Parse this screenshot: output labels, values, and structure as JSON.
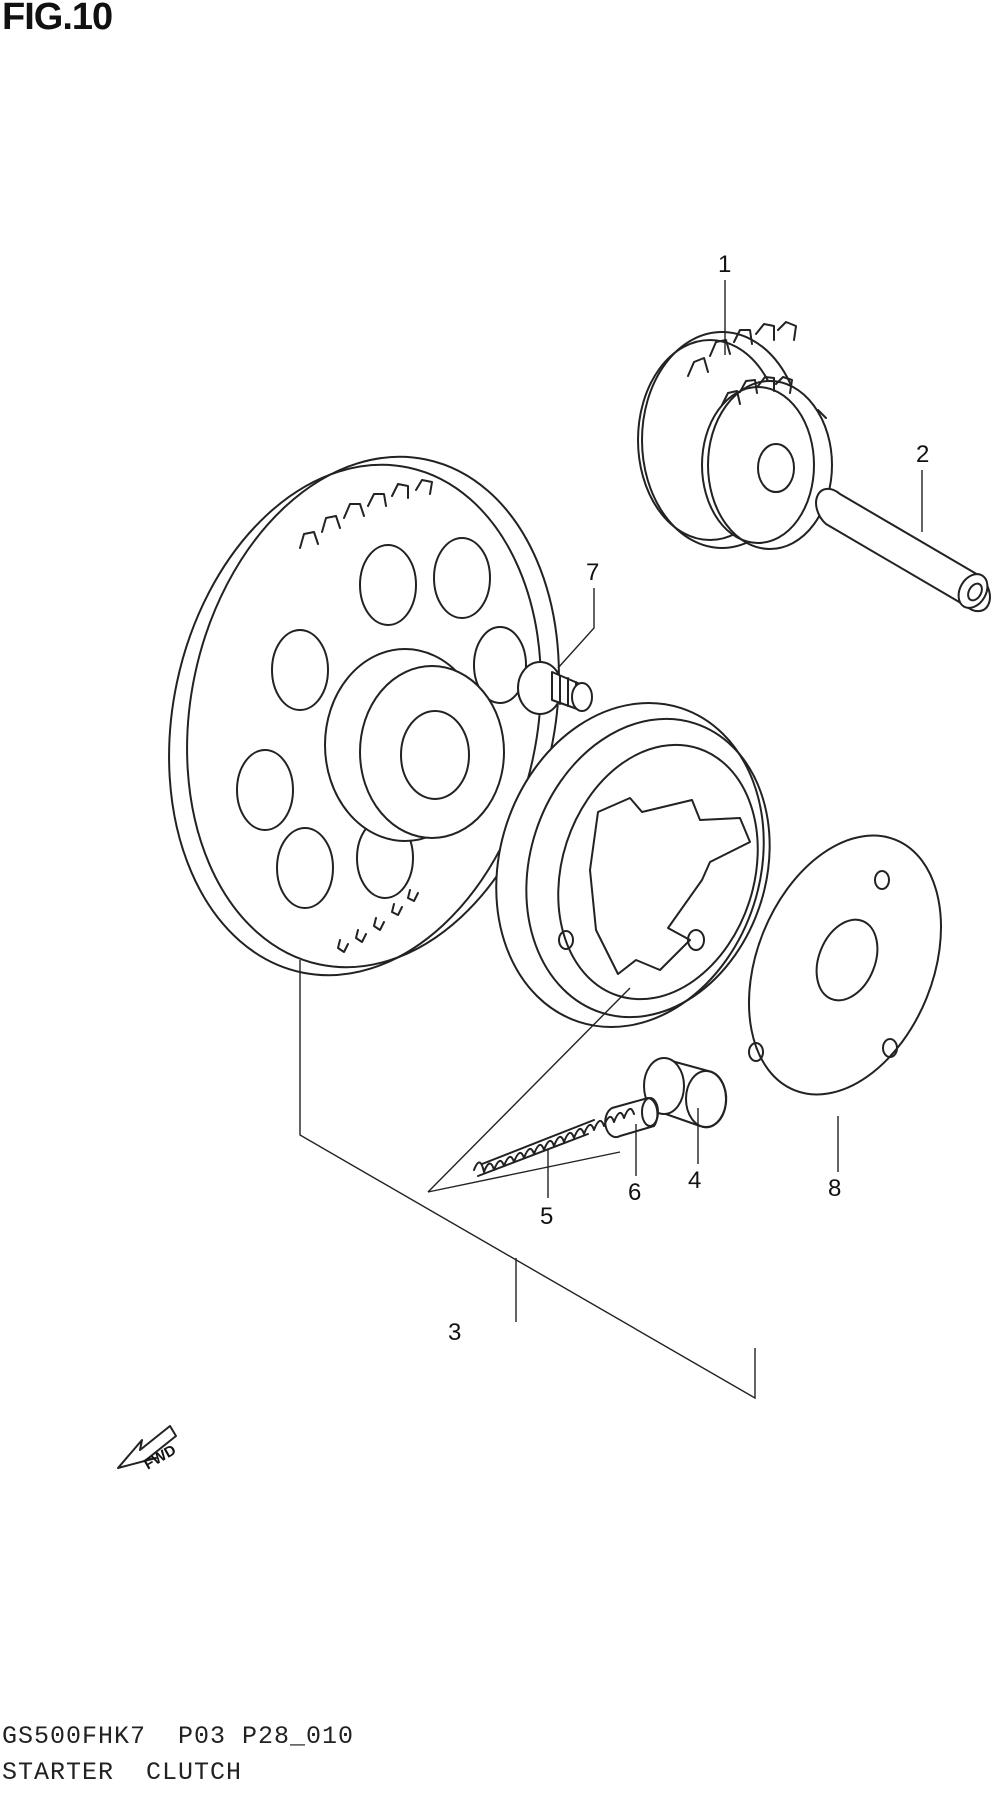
{
  "figure": {
    "title": "FIG.10",
    "code": "GS500FHK7  P03 P28_010",
    "name": "STARTER  CLUTCH",
    "direction_label": "FWD"
  },
  "callouts": [
    {
      "id": "1",
      "label": "1"
    },
    {
      "id": "2",
      "label": "2"
    },
    {
      "id": "3",
      "label": "3"
    },
    {
      "id": "4",
      "label": "4"
    },
    {
      "id": "5",
      "label": "5"
    },
    {
      "id": "6",
      "label": "6"
    },
    {
      "id": "7",
      "label": "7"
    },
    {
      "id": "8",
      "label": "8"
    }
  ]
}
